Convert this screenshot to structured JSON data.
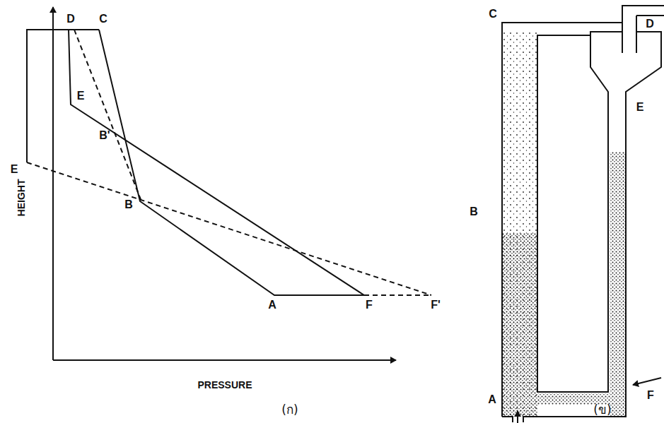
{
  "diagram": {
    "labels": [
      "HEIGHT",
      "PRESSURE",
      "D",
      "C",
      "E",
      "E",
      "B'",
      "B",
      "A",
      "F",
      "F'",
      "C",
      "D",
      "B",
      "E",
      "A",
      "F",
      "(ก)",
      "(ข)"
    ]
  }
}
